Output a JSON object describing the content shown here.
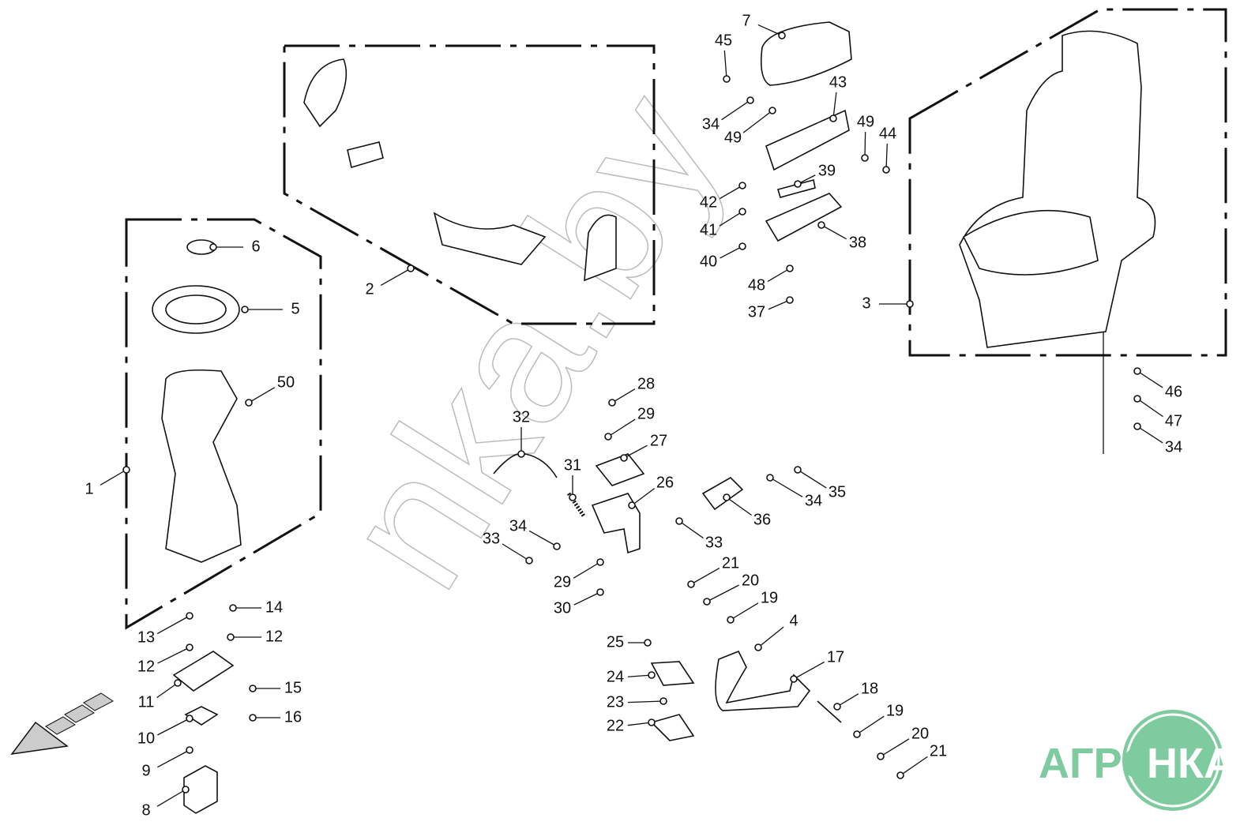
{
  "diagram": {
    "callouts": [
      "7",
      "45",
      "34",
      "49",
      "43",
      "49",
      "44",
      "39",
      "42",
      "41",
      "40",
      "38",
      "48",
      "37",
      "3",
      "46",
      "47",
      "34",
      "6",
      "5",
      "50",
      "1",
      "2",
      "28",
      "29",
      "27",
      "32",
      "31",
      "26",
      "34",
      "33",
      "36",
      "34",
      "35",
      "33",
      "21",
      "20",
      "19",
      "4",
      "17",
      "18",
      "19",
      "20",
      "21",
      "29",
      "30",
      "25",
      "24",
      "23",
      "22",
      "14",
      "13",
      "12",
      "12",
      "11",
      "15",
      "16",
      "10",
      "9",
      "8"
    ]
  },
  "watermark": "nka.by",
  "logo": {
    "left": "АГРО",
    "right": "НКА",
    "color": "#7ecb9f"
  }
}
